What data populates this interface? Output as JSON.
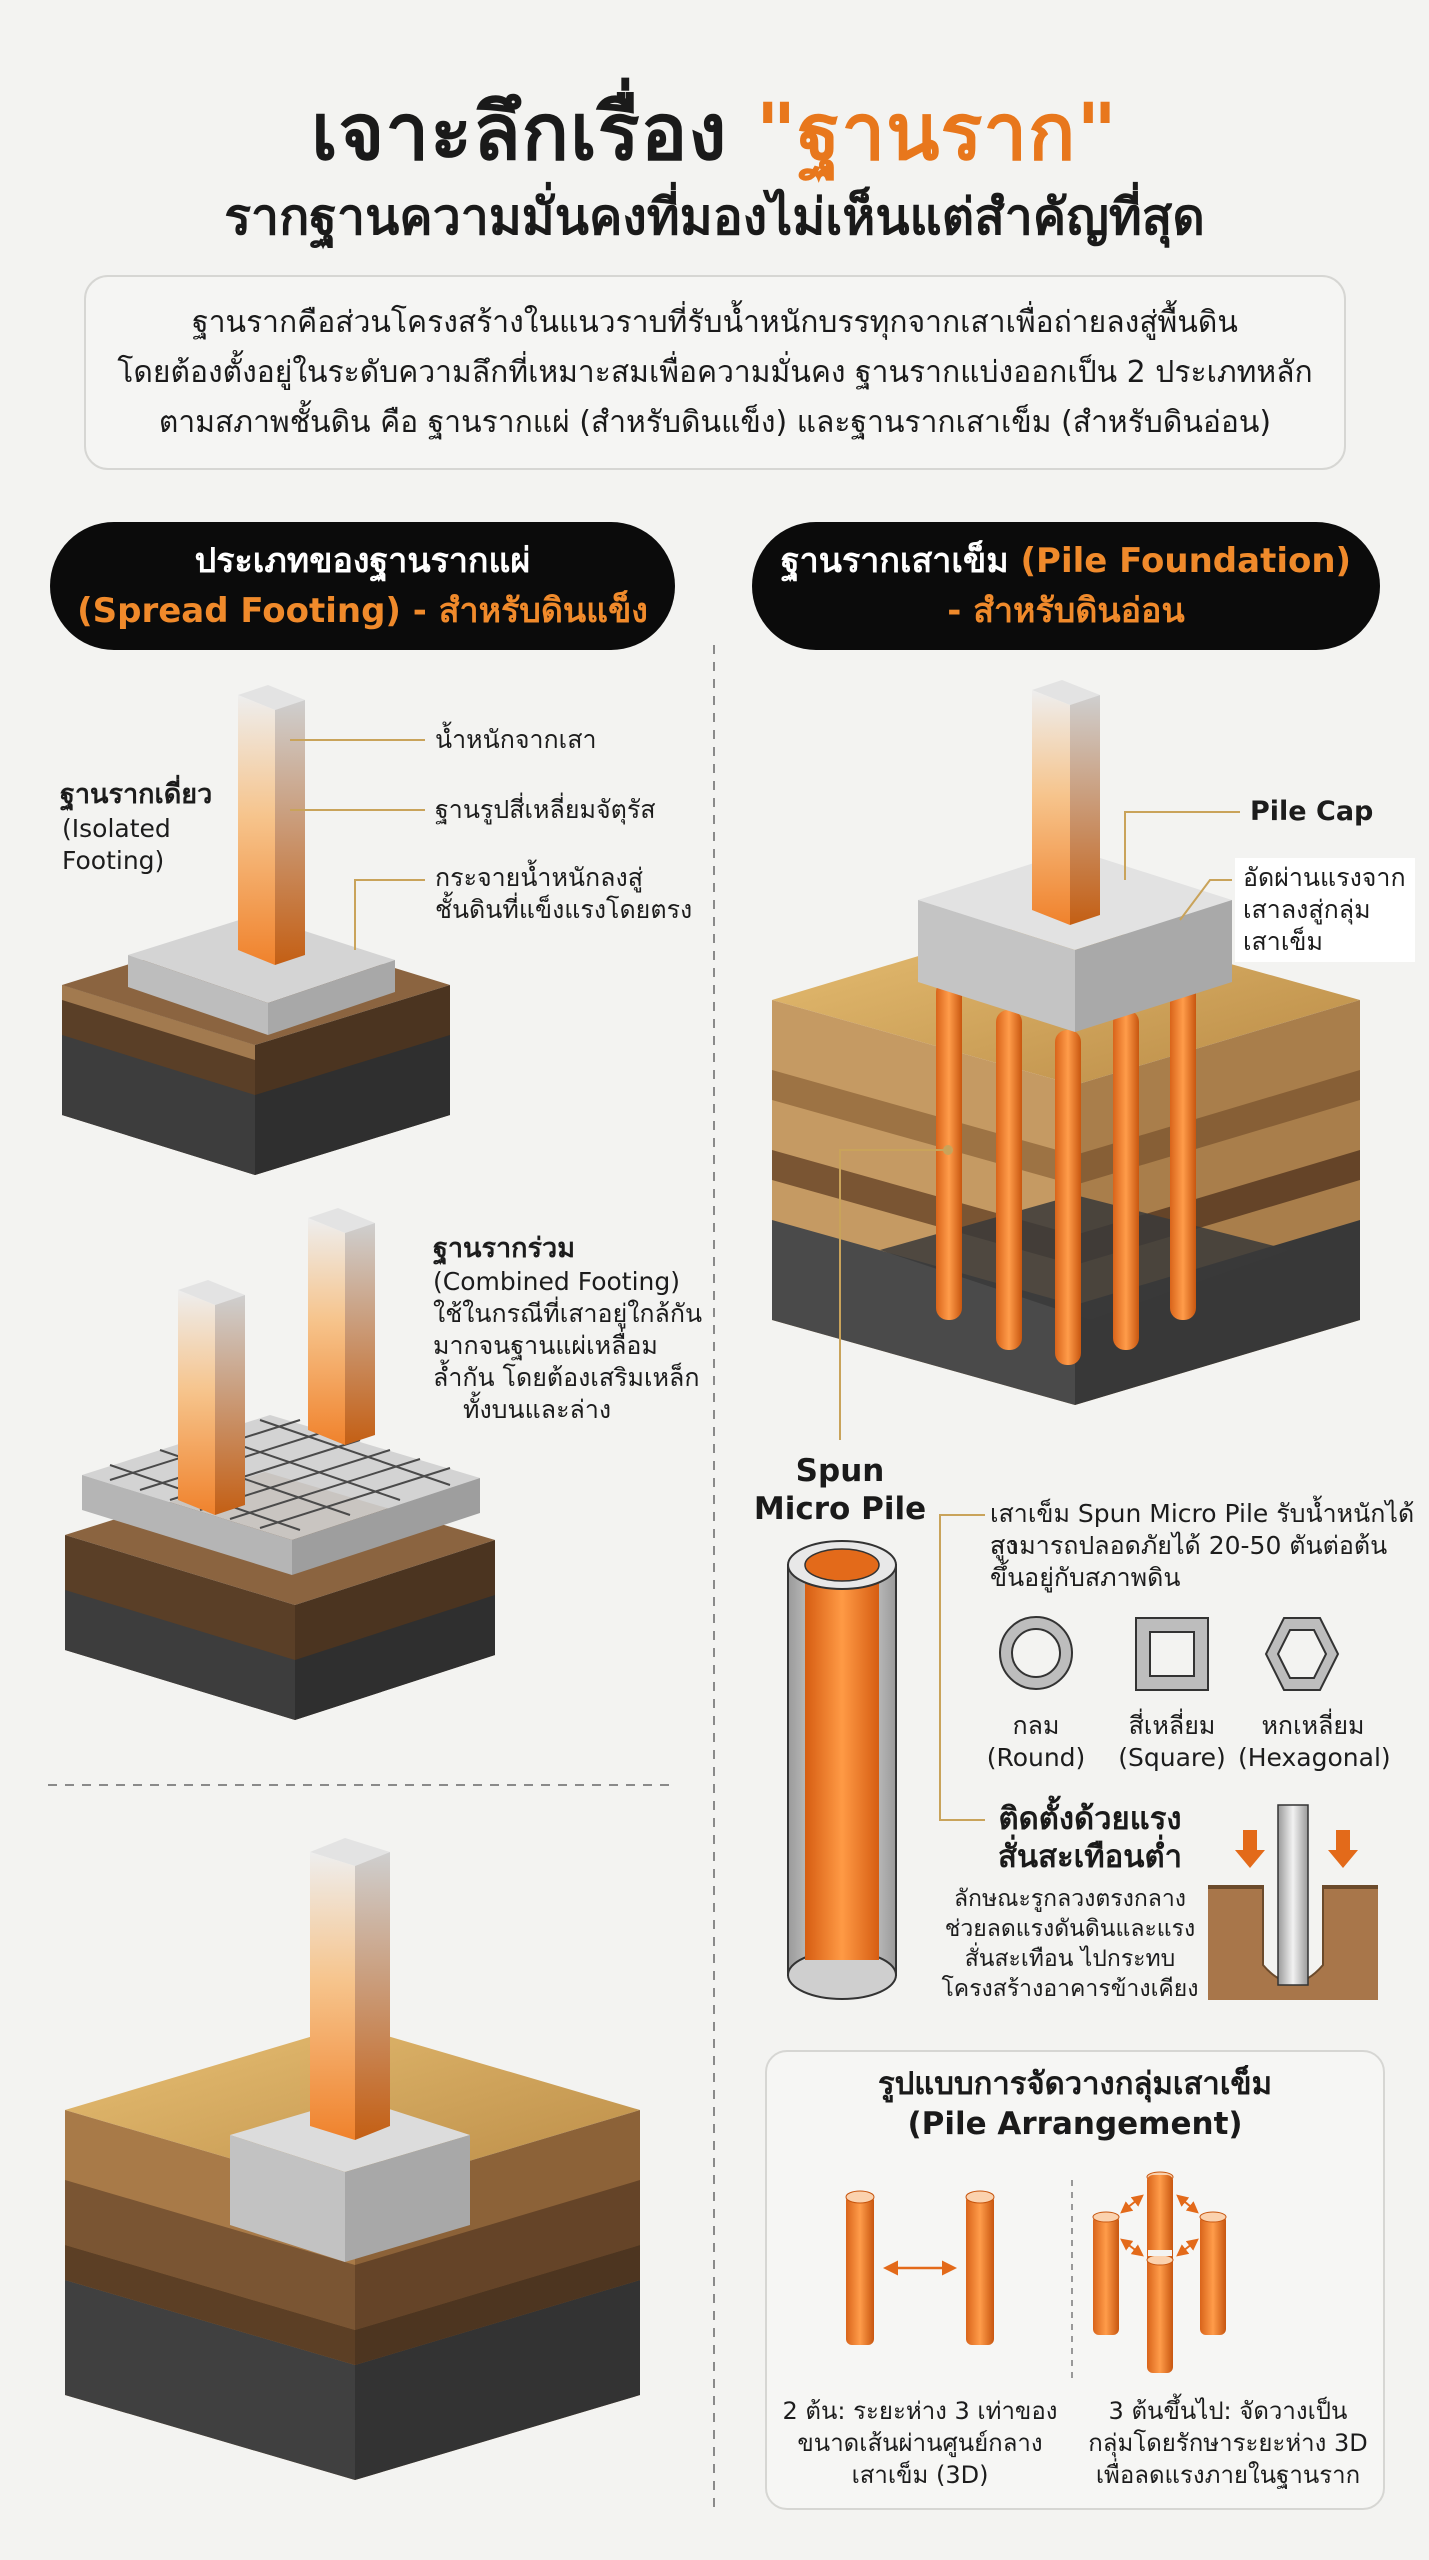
{
  "header": {
    "title_prefix": "เจาะลึกเรื่อง ",
    "title_highlight": "\"ฐานราก\"",
    "subtitle": "รากฐานความมั่นคงที่มองไม่เห็นแต่สำคัญที่สุด"
  },
  "intro": {
    "line1": "ฐานรากคือส่วนโครงสร้างในแนวราบที่รับน้ำหนักบรรทุกจากเสาเพื่อถ่ายลงสู่พื้นดิน",
    "line2": "โดยต้องตั้งอยู่ในระดับความลึกที่เหมาะสมเพื่อความมั่นคง ฐานรากแบ่งออกเป็น 2 ประเภทหลัก",
    "line3": "ตามสภาพชั้นดิน คือ ฐานรากแผ่ (สำหรับดินแข็ง) และฐานรากเสาเข็ม (สำหรับดินอ่อน)"
  },
  "spread": {
    "header_line1": "ประเภทของฐานรากแผ่",
    "header_line2": "(Spread Footing) - สำหรับดินแข็ง",
    "isolated": {
      "name_th": "ฐานรากเดี่ยว",
      "name_en_1": "(Isolated",
      "name_en_2": "Footing)",
      "callout1": "น้ำหนักจากเสา",
      "callout2": "ฐานรูปสี่เหลี่ยมจัตุรัส",
      "callout3_1": "กระจายน้ำหนักลงสู่",
      "callout3_2": "ชั้นดินที่แข็งแรงโดยตรง"
    },
    "combined": {
      "name_th": "ฐานรากร่วม",
      "name_en": "(Combined Footing)",
      "desc1": "ใช้ในกรณีที่เสาอยู่ใกล้กัน",
      "desc2": "มากจนฐานแผ่เหลื่อม",
      "desc3": "ล้ำกัน โดยต้องเสริมเหล็ก",
      "desc4": "ทั้งบนและล่าง"
    }
  },
  "pile": {
    "header_line1_prefix": "ฐานรากเสาเข็ม ",
    "header_line1_en": "(Pile Foundation)",
    "header_line2": "- สำหรับดินอ่อน",
    "cap_label": "Pile Cap",
    "cap_desc1": "อัดผ่านแรงจาก",
    "cap_desc2": "เสาลงสู่กลุ่ม",
    "cap_desc3": "เสาเข็ม",
    "spun": {
      "title1": "Spun",
      "title2": "Micro Pile",
      "desc1": "เสาเข็ม Spun Micro Pile รับน้ำหนักได้สูง",
      "desc2": "สามารถปลอดภัยได้ 20-50 ตันต่อต้น",
      "desc3": "ขึ้นอยู่กับสภาพดิน",
      "shapes": [
        {
          "th": "กลม",
          "en": "(Round)"
        },
        {
          "th": "สี่เหลี่ยม",
          "en": "(Square)"
        },
        {
          "th": "หกเหลี่ยม",
          "en": "(Hexagonal)"
        }
      ],
      "install_title1": "ติดตั้งด้วยแรง",
      "install_title2": "สั่นสะเทือนต่ำ",
      "install_desc1": "ลักษณะรูกลวงตรงกลาง",
      "install_desc2": "ช่วยลดแรงดันดินและแรง",
      "install_desc3": "สั่นสะเทือน ไปกระทบ",
      "install_desc4": "โครงสร้างอาคารข้างเคียง"
    },
    "arrangement": {
      "title1": "รูปแบบการจัดวางกลุ่มเสาเข็ม",
      "title2": "(Pile Arrangement)",
      "two_1": "2 ต้น: ระยะห่าง 3 เท่าของ",
      "two_2": "ขนาดเส้นผ่านศูนย์กลาง",
      "two_3": "เสาเข็ม (3D)",
      "three_1": "3 ต้นขึ้นไป: จัดวางเป็น",
      "three_2": "กลุ่มโดยรักษาระยะห่าง 3D",
      "three_3": "เพื่อลดแรงภายในฐานราก"
    }
  },
  "colors": {
    "accent": "#e8771c",
    "pill_bg": "#0b0b0b",
    "pile_orange": "#f07d2a",
    "soil_dark": "#4a4a4a",
    "soil_brown": "#7a5533",
    "soil_tan": "#c99a5c",
    "concrete": "#d9d9d9"
  }
}
